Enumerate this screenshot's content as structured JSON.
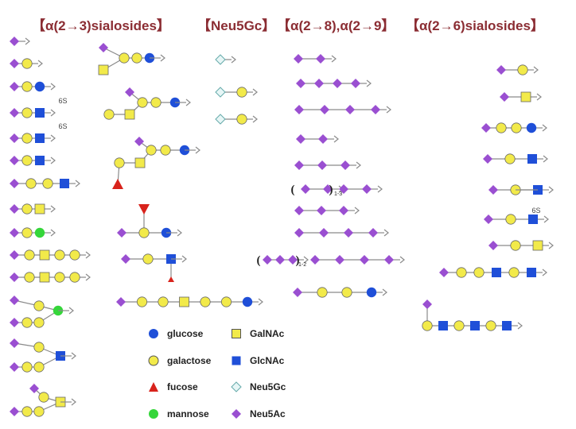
{
  "headers": {
    "a23": "【α(2→3)sialosides】",
    "neu5gc": "【Neu5Gc】",
    "a28": "【α(2→8),α(2→9】",
    "a26": "【α(2→6)sialosides】"
  },
  "legend": {
    "glucose": "glucose",
    "galactose": "galactose",
    "fucose": "fucose",
    "mannose": "mannose",
    "galnac": "GalNAc",
    "glcnac": "GlcNAc",
    "neu5gc": "Neu5Gc",
    "neu5ac": "Neu5Ac"
  },
  "symbol_colors": {
    "glucose": "#1f4fd8",
    "galactose": "#f2ea4a",
    "fucose": "#d8231c",
    "mannose": "#35d63a",
    "galnac": "#f2ea4a",
    "glcnac": "#1f4fd8",
    "neu5gc": "#e7f6f6",
    "neu5ac": "#9a4fd1"
  },
  "sulfate_label": "6S",
  "repeat_labels": {
    "n13": "1-3",
    "n12": "1-2"
  }
}
